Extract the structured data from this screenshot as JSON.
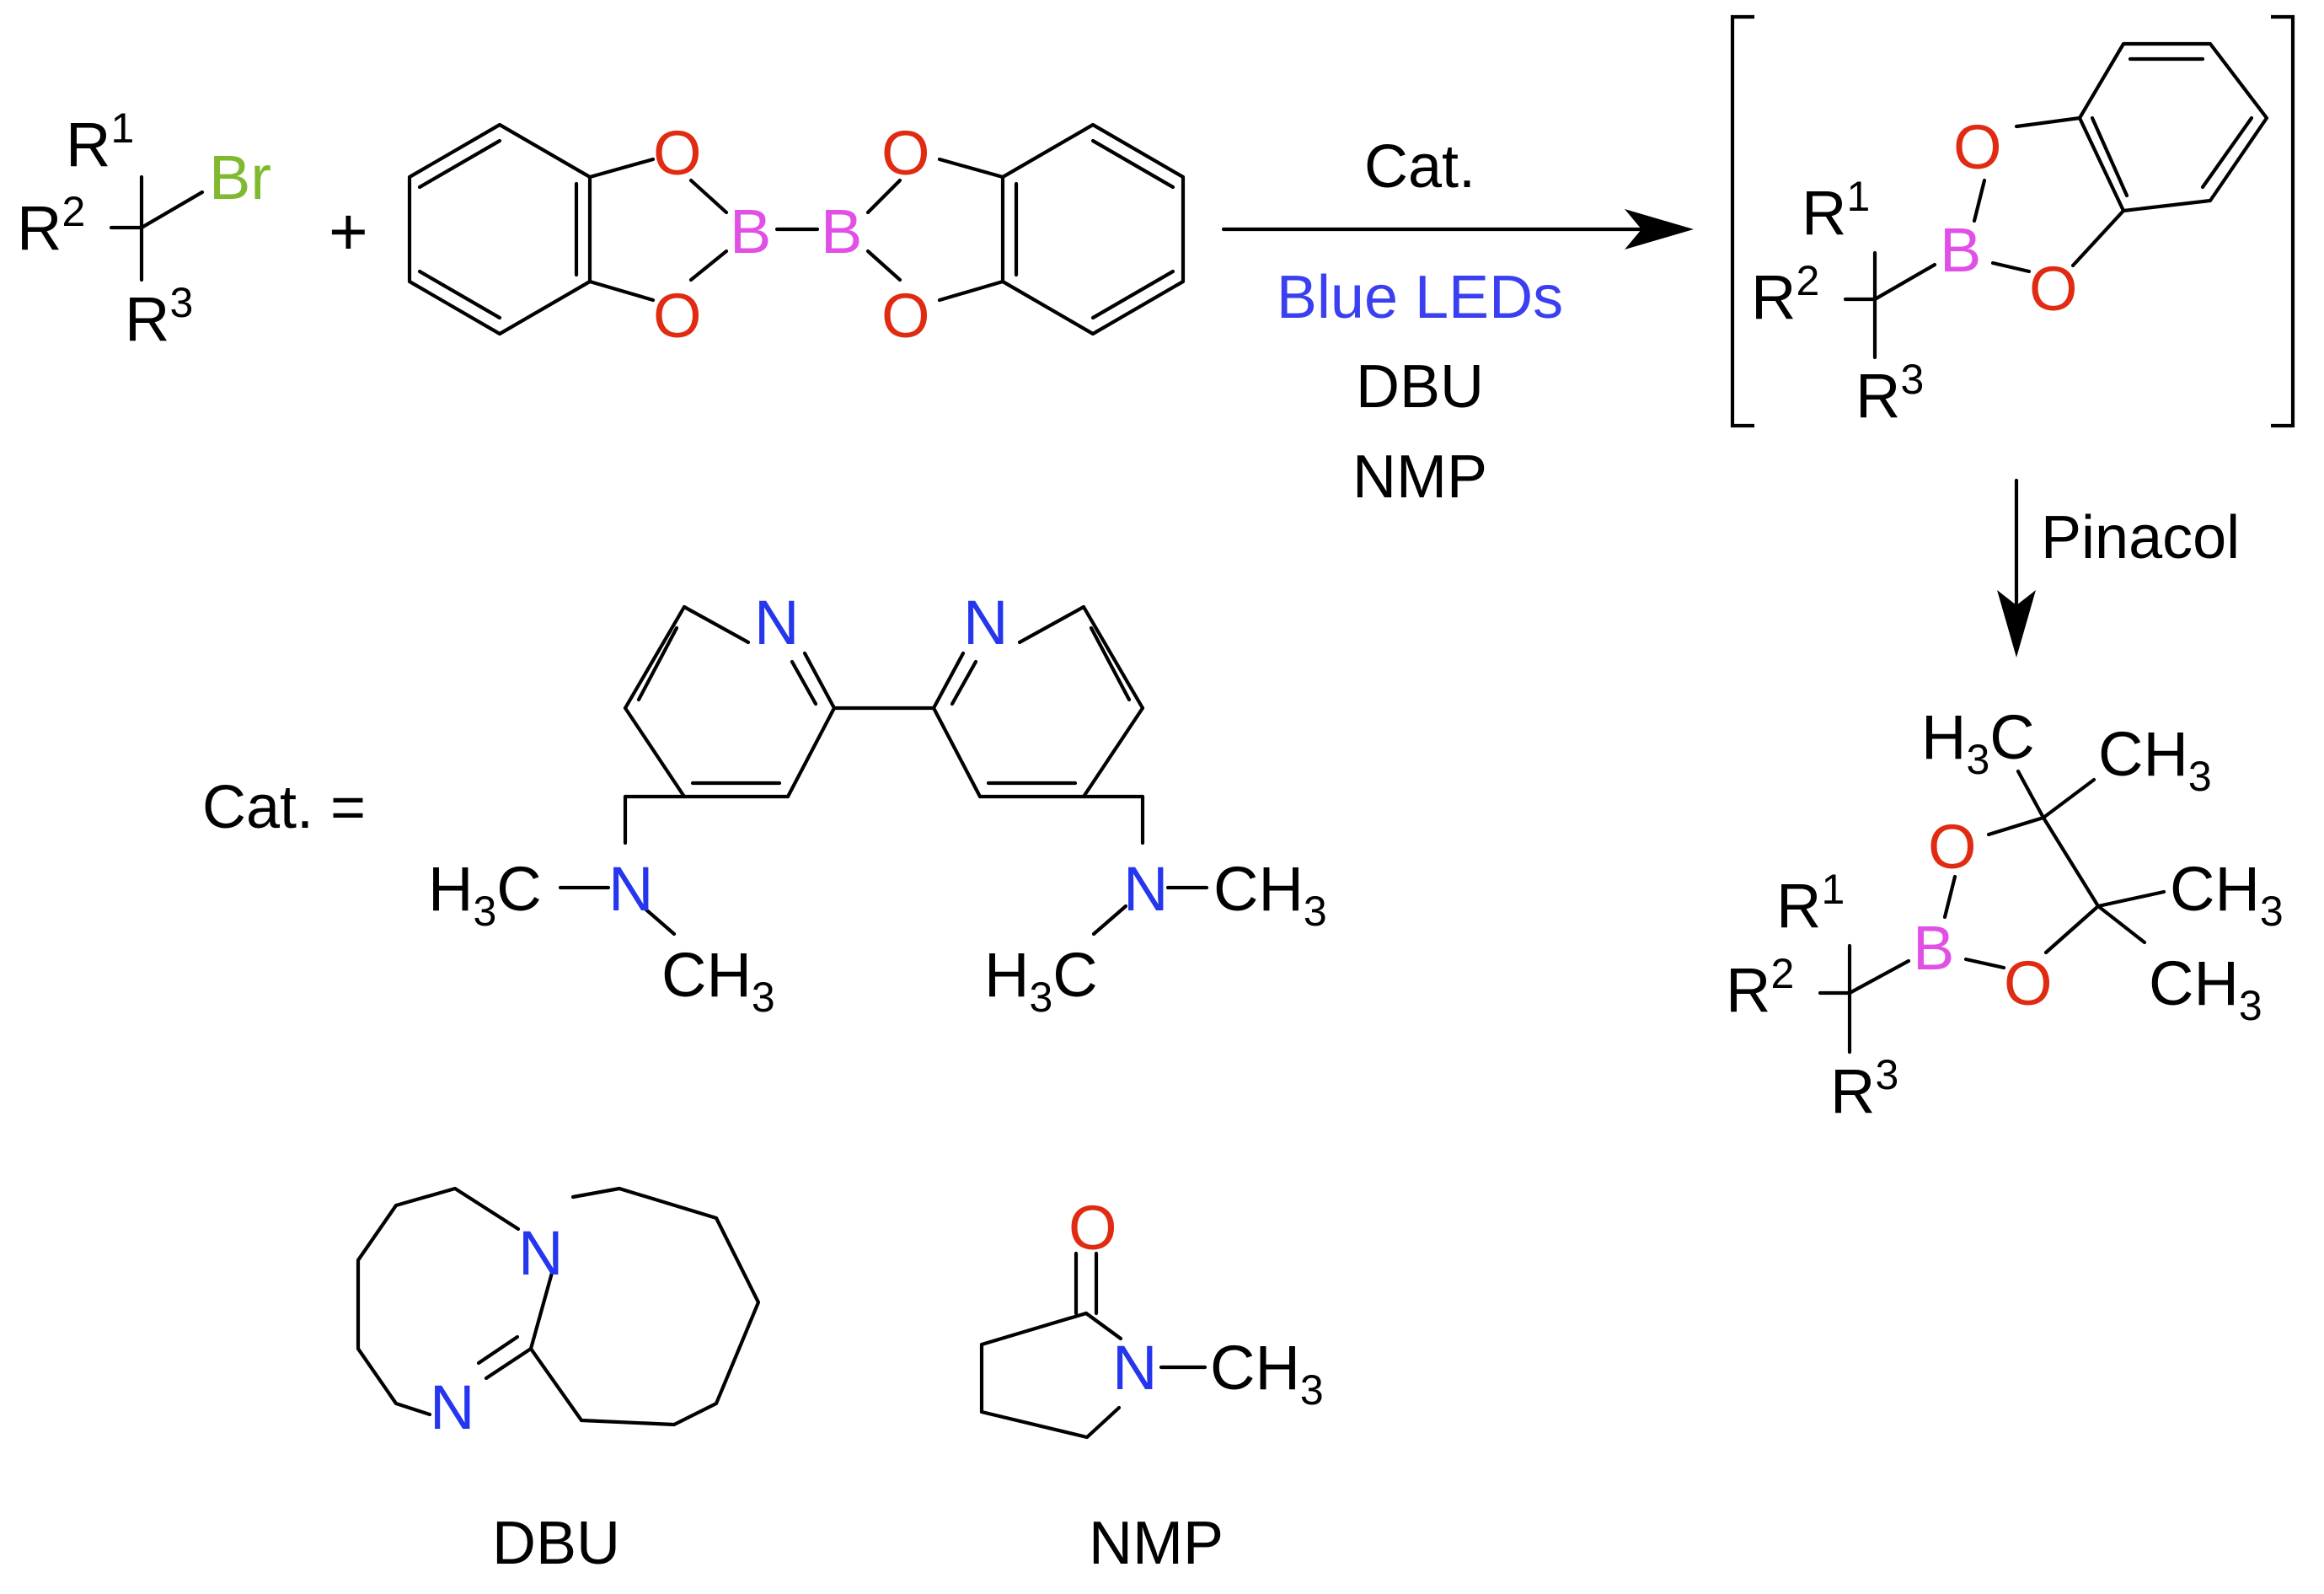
{
  "colors": {
    "black": "#000000",
    "bromine": "#7fb92f",
    "boron": "#e14fe6",
    "oxygen": "#e02b12",
    "nitrogen": "#2536ee",
    "blue_leds": "#3a3ff0"
  },
  "atoms": {
    "R": "R",
    "one": "1",
    "two": "2",
    "three": "3",
    "Br": "Br",
    "B": "B",
    "O": "O",
    "N": "N",
    "H": "H",
    "C": "C",
    "sub3": "3"
  },
  "plus": "+",
  "conditions": {
    "catalyst": "Cat.",
    "light": "Blue LEDs",
    "base": "DBU",
    "solvent": "NMP"
  },
  "second_step_reagent": "Pinacol",
  "catalyst_definition": "Cat. =",
  "structure_names": {
    "dbu": "DBU",
    "nmp": "NMP"
  }
}
